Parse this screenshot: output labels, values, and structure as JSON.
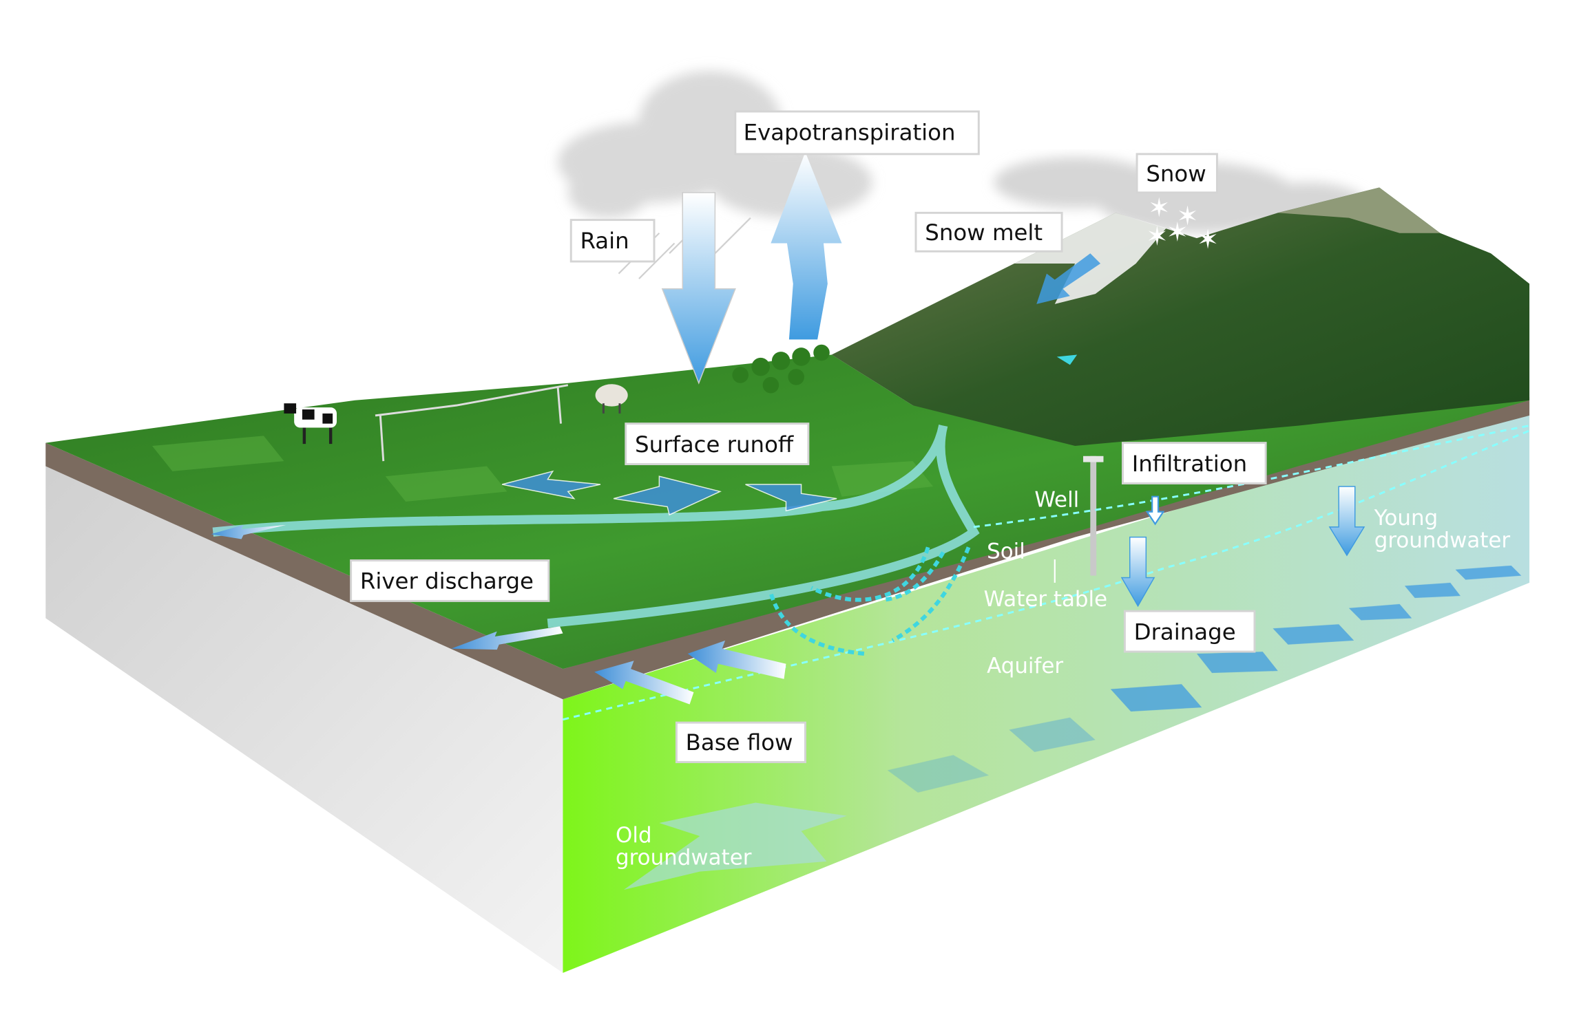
{
  "title": "Water cycle and groundwater diagram",
  "labels": {
    "evapotranspiration": "Evapotranspiration",
    "rain": "Rain",
    "snow": "Snow",
    "snow_melt": "Snow melt",
    "surface_runoff": "Surface runoff",
    "infiltration": "Infiltration",
    "river_discharge": "River discharge",
    "drainage": "Drainage",
    "base_flow": "Base flow"
  },
  "subsurface_labels": {
    "well": "Well",
    "soil": "Soil",
    "water_table": "Water table",
    "aquifer": "Aquifer",
    "young_groundwater_1": "Young",
    "young_groundwater_2": "groundwater",
    "old_groundwater_1": "Old",
    "old_groundwater_2": "groundwater"
  },
  "colors": {
    "arrow_blue": "#3f9be0",
    "water_cyan": "#3fd6e0",
    "land_green": "#3f8a2a",
    "aquifer_green": "#7ef51a",
    "aquifer_teal": "#b8dfe0",
    "soil_brown": "#7b6b5f"
  }
}
